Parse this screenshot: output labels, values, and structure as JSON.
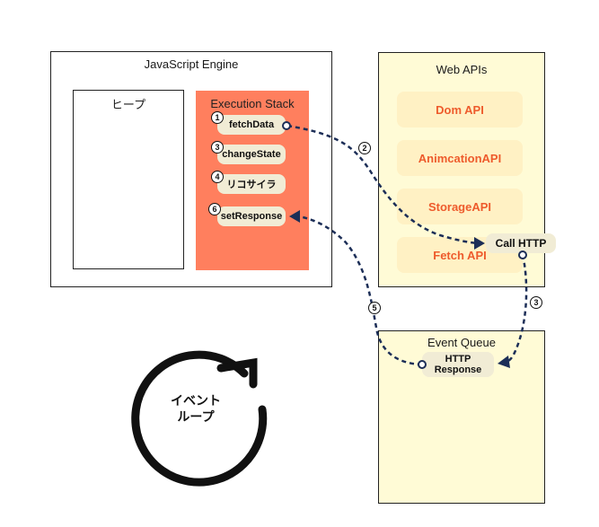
{
  "engine": {
    "title": "JavaScript Engine",
    "heap_label": "ヒープ",
    "stack_label": "Execution Stack",
    "stack_items": [
      {
        "num": "1",
        "label": "fetchData"
      },
      {
        "num": "3",
        "label": "changeState"
      },
      {
        "num": "4",
        "label": "リコサイラ"
      },
      {
        "num": "6",
        "label": "setResponse"
      }
    ]
  },
  "web_apis": {
    "title": "Web APIs",
    "items": [
      "Dom API",
      "AnimcationAPI",
      "StorageAPI",
      "Fetch API"
    ],
    "call_http": "Call HTTP"
  },
  "event_queue": {
    "title": "Event Queue",
    "item_line1": "HTTP",
    "item_line2": "Response"
  },
  "arrow_numbers": [
    "2",
    "3",
    "5"
  ],
  "event_loop": {
    "line1": "イベント",
    "line2": "ループ"
  },
  "colors": {
    "stack_bg": "#ff7f5e",
    "panel_bg": "#fffbd6",
    "api_text": "#ee5b2c",
    "arrow": "#1c2e57"
  }
}
